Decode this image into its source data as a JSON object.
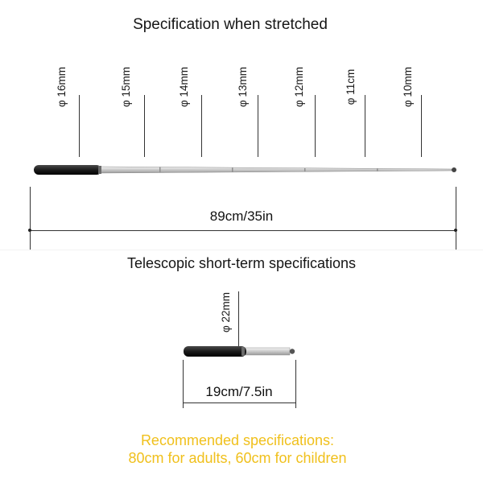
{
  "top_section": {
    "title": "Specification when stretched",
    "diameters": [
      "φ 16mm",
      "φ 15mm",
      "φ 14mm",
      "φ 13mm",
      "φ 12mm",
      "φ 11cm",
      "φ 10mm"
    ],
    "length_label": "89cm/35in"
  },
  "bottom_section": {
    "title": "Telescopic short-term specifications",
    "diameter": "φ 22mm",
    "length_label": "19cm/7.5in"
  },
  "recommendation": {
    "line1": "Recommended specifications:",
    "line2": "80cm for adults, 60cm for children",
    "color": "#f0c01c"
  }
}
